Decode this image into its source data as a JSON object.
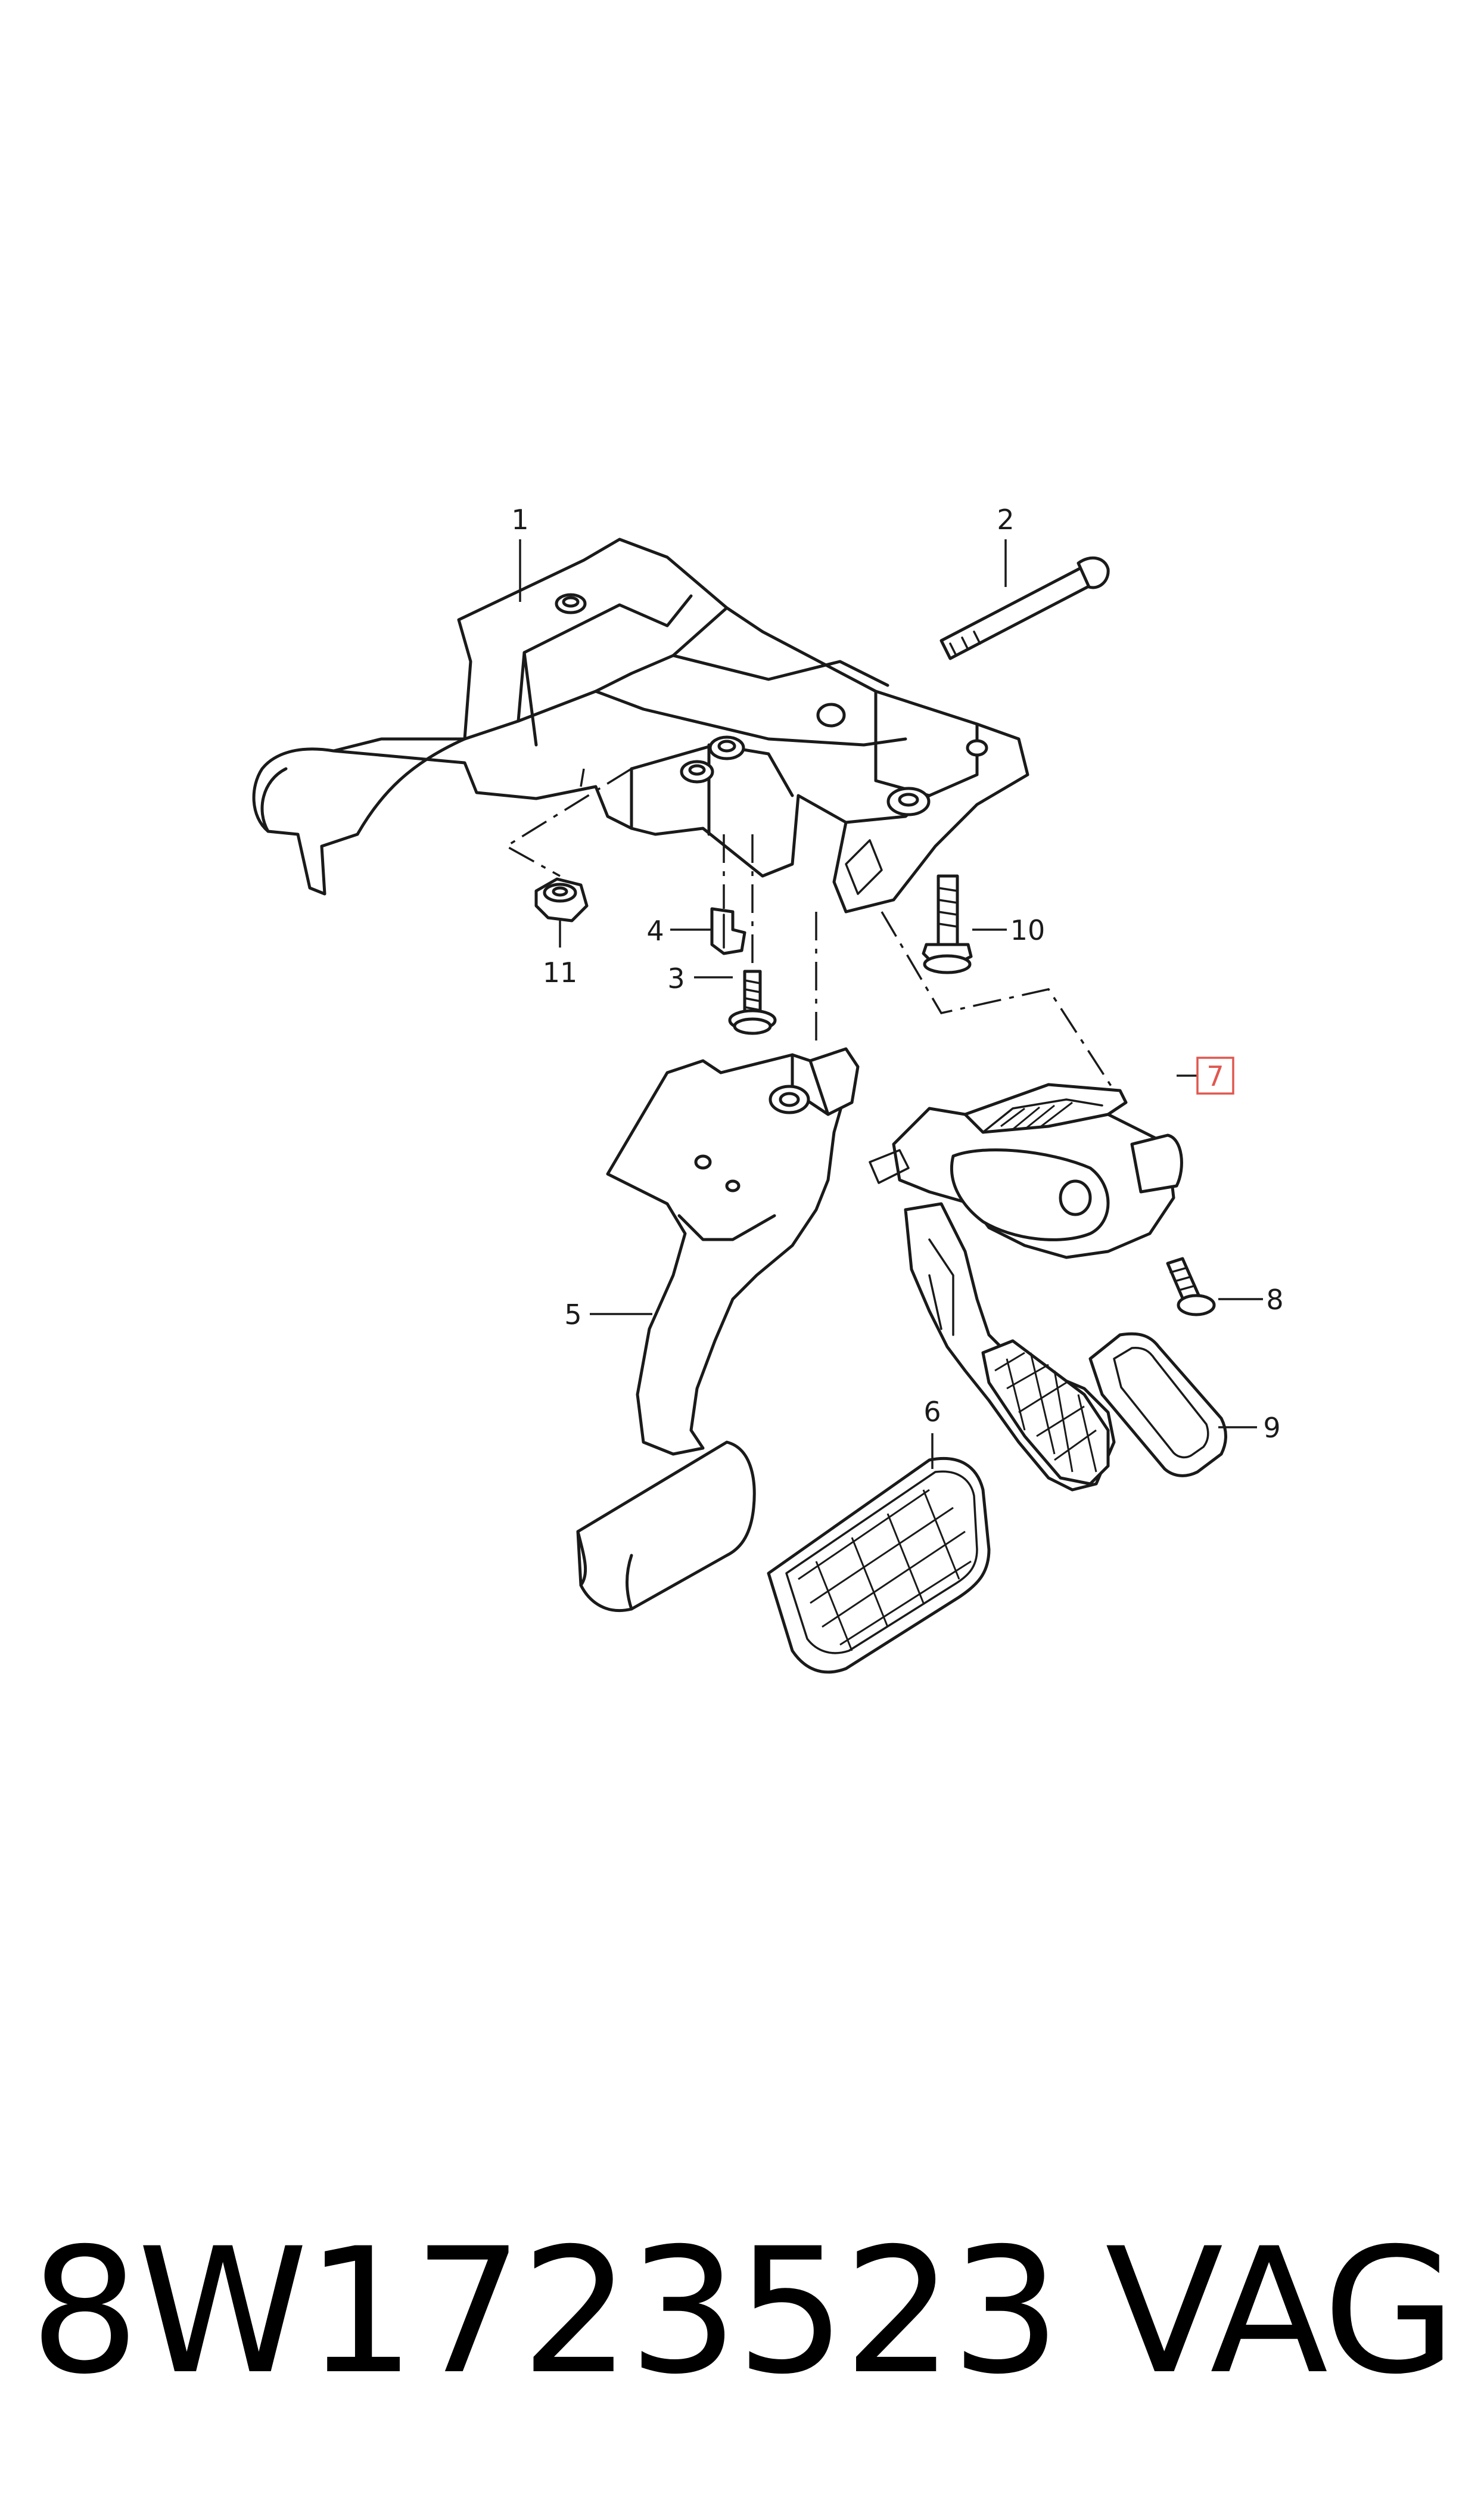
{
  "part_number": "8W1723523",
  "brand": "VAG",
  "highlight_color": "#e0574f",
  "callouts": [
    {
      "label": "1"
    },
    {
      "label": "2"
    },
    {
      "label": "3"
    },
    {
      "label": "4"
    },
    {
      "label": "5"
    },
    {
      "label": "6"
    },
    {
      "label": "7",
      "highlighted": true
    },
    {
      "label": "8"
    },
    {
      "label": "9"
    },
    {
      "label": "10"
    },
    {
      "label": "11"
    }
  ]
}
